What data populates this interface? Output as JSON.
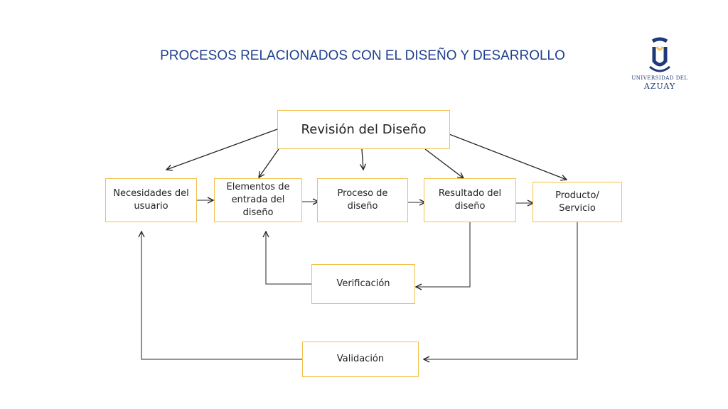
{
  "title": "PROCESOS RELACIONADOS CON EL DISEÑO Y DESARROLLO",
  "logo": {
    "line1": "UNIVERSIDAD DEL",
    "line2": "AZUAY"
  },
  "nodes": {
    "revision": "Revisión del Diseño",
    "necesidades": "Necesidades del usuario",
    "elementos": "Elementos de entrada del diseño",
    "proceso": "Proceso de diseño",
    "resultado": "Resultado del diseño",
    "producto": "Producto/ Servicio",
    "verificacion": "Verificación",
    "validacion": "Validación"
  },
  "colors": {
    "box_border": "#f2c14e",
    "title": "#1f3f8f",
    "logo": "#1e3a78",
    "arrow": "#222222"
  }
}
